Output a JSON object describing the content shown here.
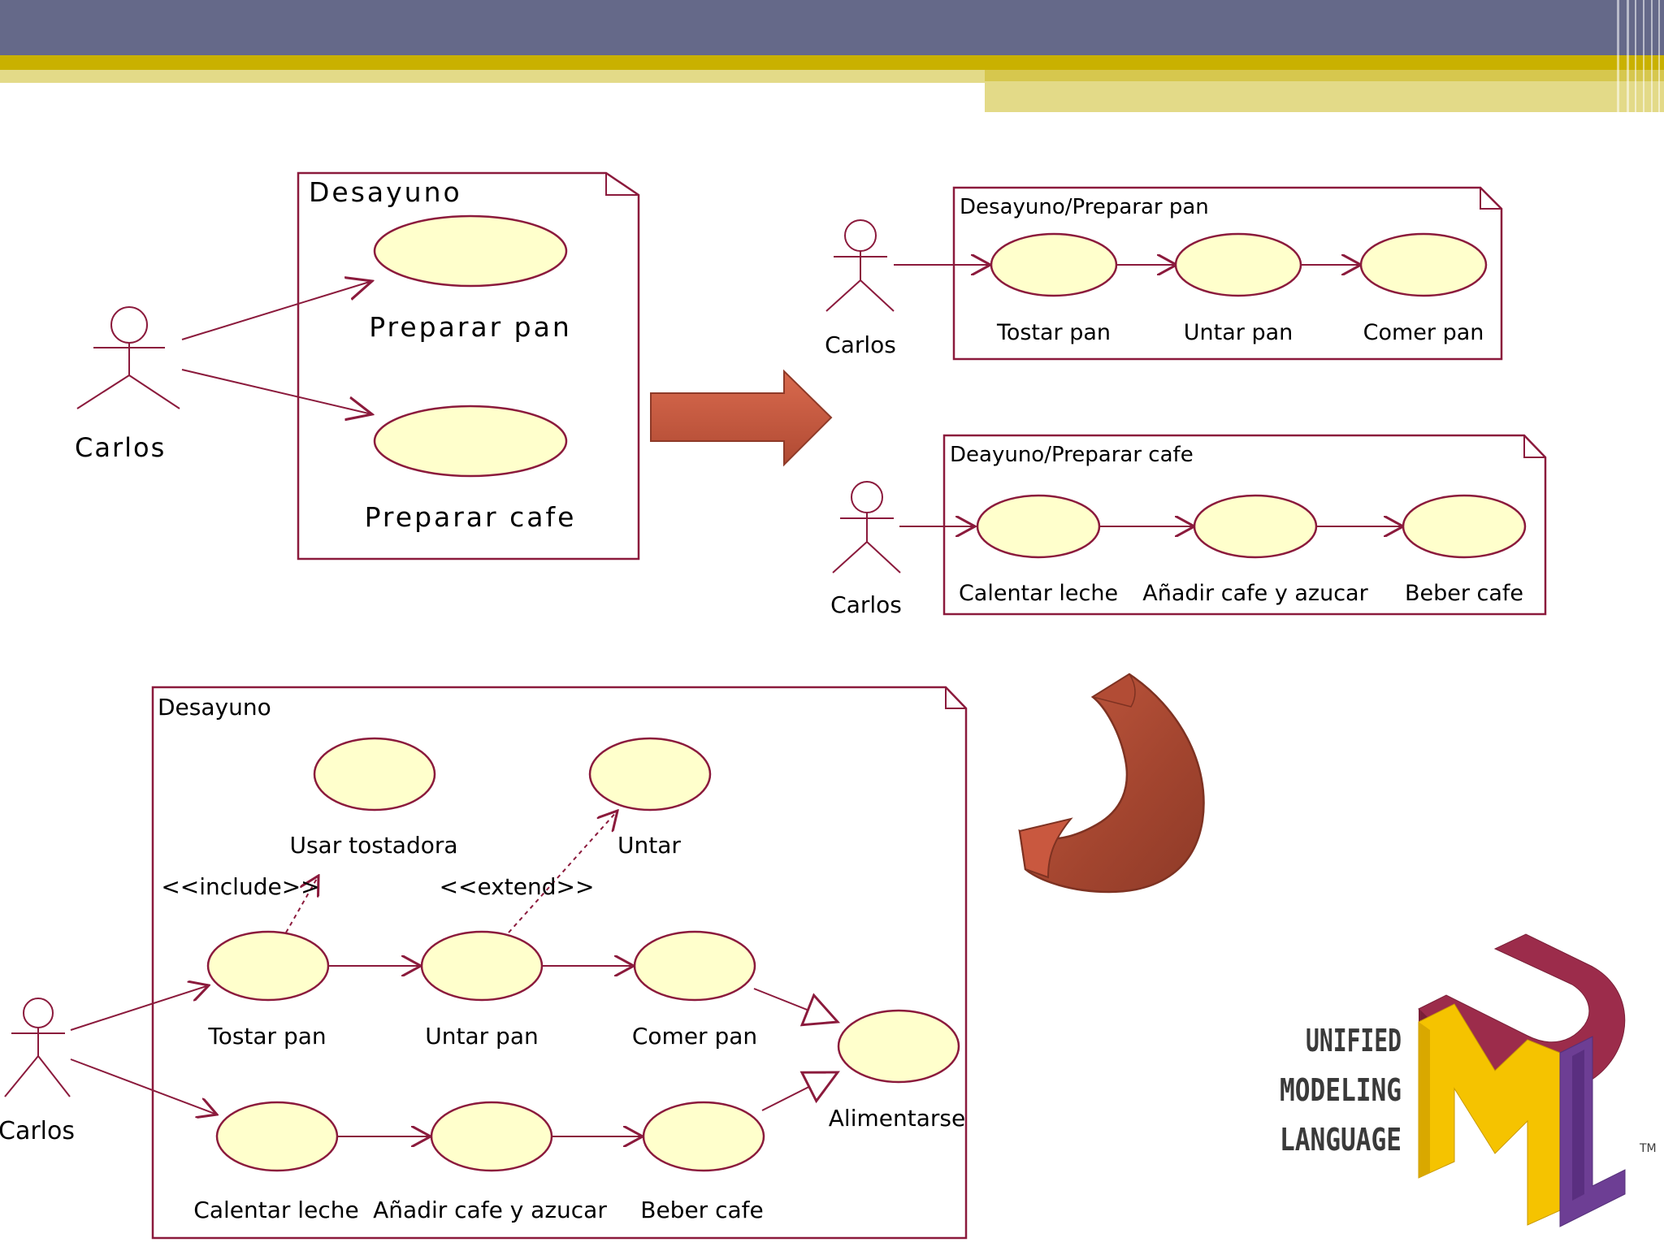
{
  "colors": {
    "header_bar": "#656989",
    "gold": "#C9B100",
    "light_gold": "#E3DA88",
    "line": "#8B1A3C",
    "usecase_fill": "#FFFFCC",
    "arrow_fill": "#CF5E45"
  },
  "diagram1": {
    "package": "Desayuno",
    "actor": "Carlos",
    "usecases": [
      "Preparar pan",
      "Preparar cafe"
    ]
  },
  "diagram2": {
    "package": "Desayuno/Preparar pan",
    "actor": "Carlos",
    "usecases": [
      "Tostar pan",
      "Untar pan",
      "Comer pan"
    ]
  },
  "diagram3": {
    "package": "Deayuno/Preparar cafe",
    "actor": "Carlos",
    "usecases": [
      "Calentar leche",
      "Añadir cafe y azucar",
      "Beber cafe"
    ]
  },
  "diagram4": {
    "package": "Desayuno",
    "actor": "Carlos",
    "usecases": {
      "usar_tostadora": "Usar tostadora",
      "untar": "Untar",
      "tostar_pan": "Tostar pan",
      "untar_pan": "Untar pan",
      "comer_pan": "Comer pan",
      "calentar_leche": "Calentar leche",
      "anadir": "Añadir cafe y azucar",
      "beber_cafe": "Beber cafe",
      "alimentarse": "Alimentarse"
    },
    "stereotypes": {
      "include": "<<include>>",
      "extend": "<<extend>>"
    }
  },
  "logo": {
    "lines": [
      "UNIFIED",
      "MODELING",
      "LANGUAGE"
    ],
    "tm": "TM"
  }
}
